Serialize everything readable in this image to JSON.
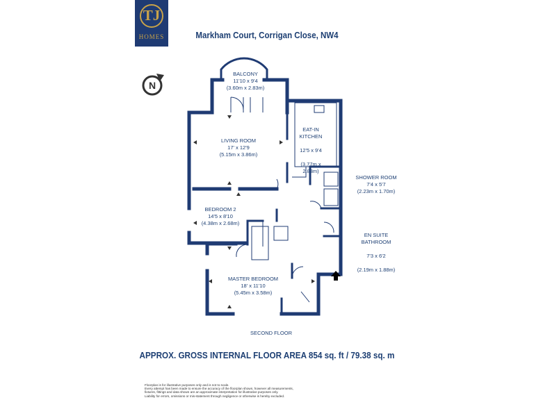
{
  "brand": {
    "initials": "TJ",
    "name": "HOMES"
  },
  "title": "Markham Court, Corrigan Close, NW4",
  "compass_letter": "N",
  "rooms": [
    {
      "name": "BALCONY",
      "size_imperial": "11'10 x 9'4",
      "size_metric": "(3.60m x 2.83m)"
    },
    {
      "name": "LIVING ROOM",
      "size_imperial": "17' x 12'9",
      "size_metric": "(5.15m x 3.86m)"
    },
    {
      "name": "EAT-IN\nKITCHEN",
      "size_imperial": "12'5 x 9'4",
      "size_metric": "(3.77m x 2.83m)"
    },
    {
      "name": "SHOWER ROOM",
      "size_imperial": "7'4 x 5'7",
      "size_metric": "(2.23m x 1.70m)"
    },
    {
      "name": "BEDROOM 2",
      "size_imperial": "14'5 x 8'10",
      "size_metric": "(4.38m x 2.68m)"
    },
    {
      "name": "EN SUITE\nBATHROOM",
      "size_imperial": "7'3 x 6'2",
      "size_metric": "(2.19m x 1.88m)"
    },
    {
      "name": "MASTER BEDROOM",
      "size_imperial": "18' x 11'10",
      "size_metric": "(5.45m x 3.58m)"
    }
  ],
  "floor_label": "SECOND FLOOR",
  "gross_area": "APPROX. GROSS INTERNAL FLOOR AREA 854 sq. ft / 79.38 sq. m",
  "disclaimer": [
    "Floorplan is for illustrative purposes only and is not to scale.",
    "Every attempt has been made to ensure the accuracy of the floorplan shown, however all measurements,",
    "fixtures, fittings and data shown are an approximate interpretation for illustrative purposes only.",
    "Liability for errors, omissions or mis-statement through negligence or otherwise is hereby excluded."
  ],
  "colors": {
    "wall": "#1f3b73",
    "text": "#1d3f73",
    "logo_gold": "#c9a349"
  }
}
